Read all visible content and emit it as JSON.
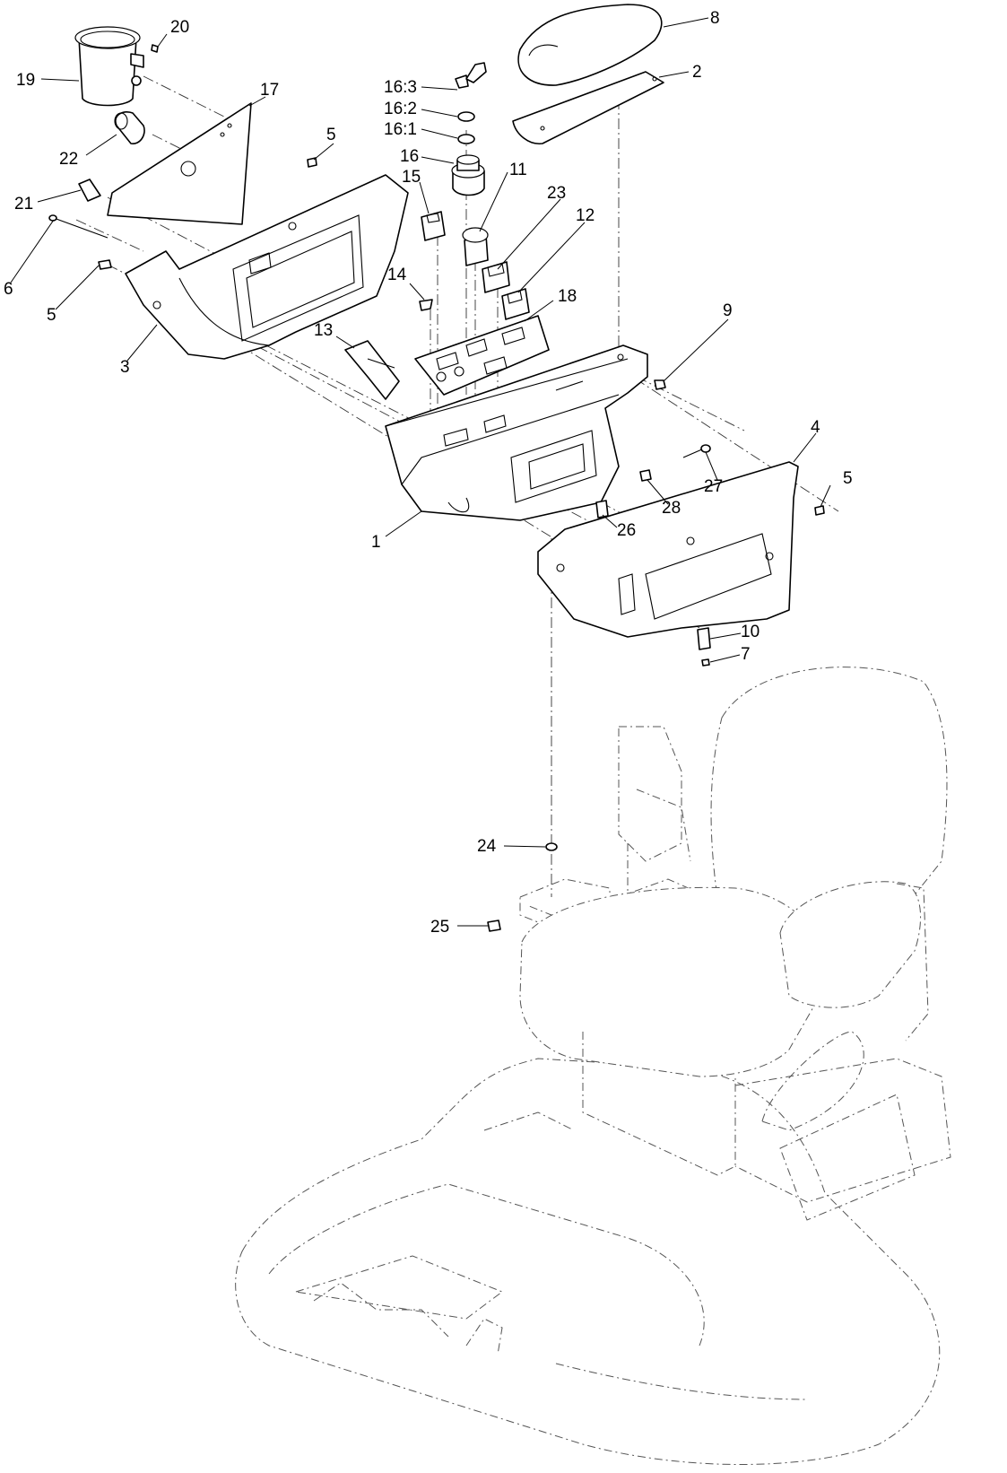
{
  "callouts": [
    {
      "id": "c-1",
      "label": "1"
    },
    {
      "id": "c-2",
      "label": "2"
    },
    {
      "id": "c-3",
      "label": "3"
    },
    {
      "id": "c-4",
      "label": "4"
    },
    {
      "id": "c-5a",
      "label": "5"
    },
    {
      "id": "c-5b",
      "label": "5"
    },
    {
      "id": "c-5c",
      "label": "5"
    },
    {
      "id": "c-6",
      "label": "6"
    },
    {
      "id": "c-7",
      "label": "7"
    },
    {
      "id": "c-8",
      "label": "8"
    },
    {
      "id": "c-9",
      "label": "9"
    },
    {
      "id": "c-10",
      "label": "10"
    },
    {
      "id": "c-11",
      "label": "11"
    },
    {
      "id": "c-12",
      "label": "12"
    },
    {
      "id": "c-13",
      "label": "13"
    },
    {
      "id": "c-14",
      "label": "14"
    },
    {
      "id": "c-15",
      "label": "15"
    },
    {
      "id": "c-16",
      "label": "16"
    },
    {
      "id": "c-16-1",
      "label": "16:1"
    },
    {
      "id": "c-16-2",
      "label": "16:2"
    },
    {
      "id": "c-16-3",
      "label": "16:3"
    },
    {
      "id": "c-17",
      "label": "17"
    },
    {
      "id": "c-18",
      "label": "18"
    },
    {
      "id": "c-19",
      "label": "19"
    },
    {
      "id": "c-20",
      "label": "20"
    },
    {
      "id": "c-21",
      "label": "21"
    },
    {
      "id": "c-22",
      "label": "22"
    },
    {
      "id": "c-23",
      "label": "23"
    },
    {
      "id": "c-24",
      "label": "24"
    },
    {
      "id": "c-25",
      "label": "25"
    },
    {
      "id": "c-26",
      "label": "26"
    },
    {
      "id": "c-27",
      "label": "27"
    },
    {
      "id": "c-28",
      "label": "28"
    }
  ]
}
